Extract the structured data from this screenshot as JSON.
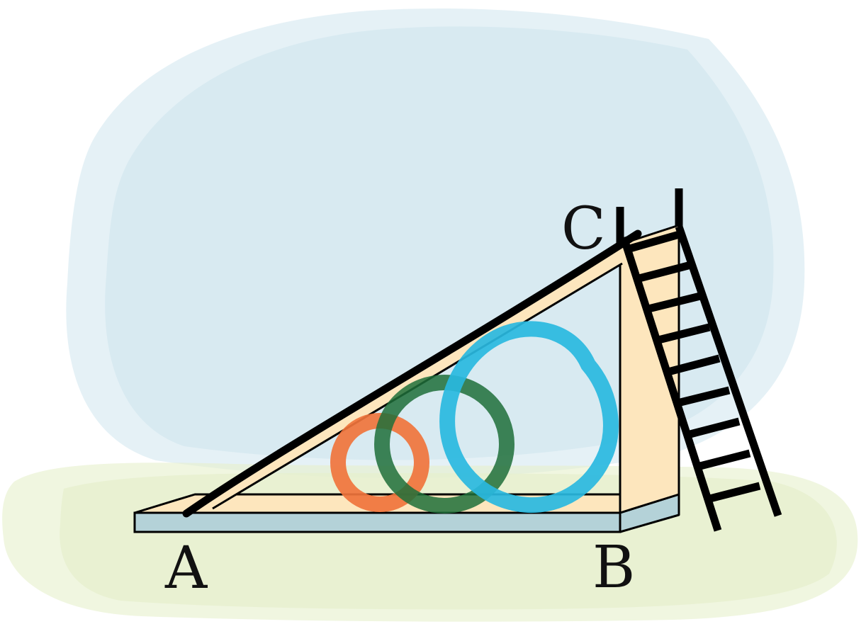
{
  "labels": {
    "a": "A",
    "b": "B",
    "c": "C"
  },
  "colors": {
    "sky": "#cfe6ee",
    "ground": "#e6f0cc",
    "wood": "#fde6bd",
    "base": "#b4d2d8",
    "outline": "#000000",
    "circle_small": "#f0743c",
    "circle_medium": "#1f6e3a",
    "circle_large": "#29b8e0"
  },
  "icons": [
    "slide-diagram",
    "ladder-icon",
    "ring-icon"
  ]
}
